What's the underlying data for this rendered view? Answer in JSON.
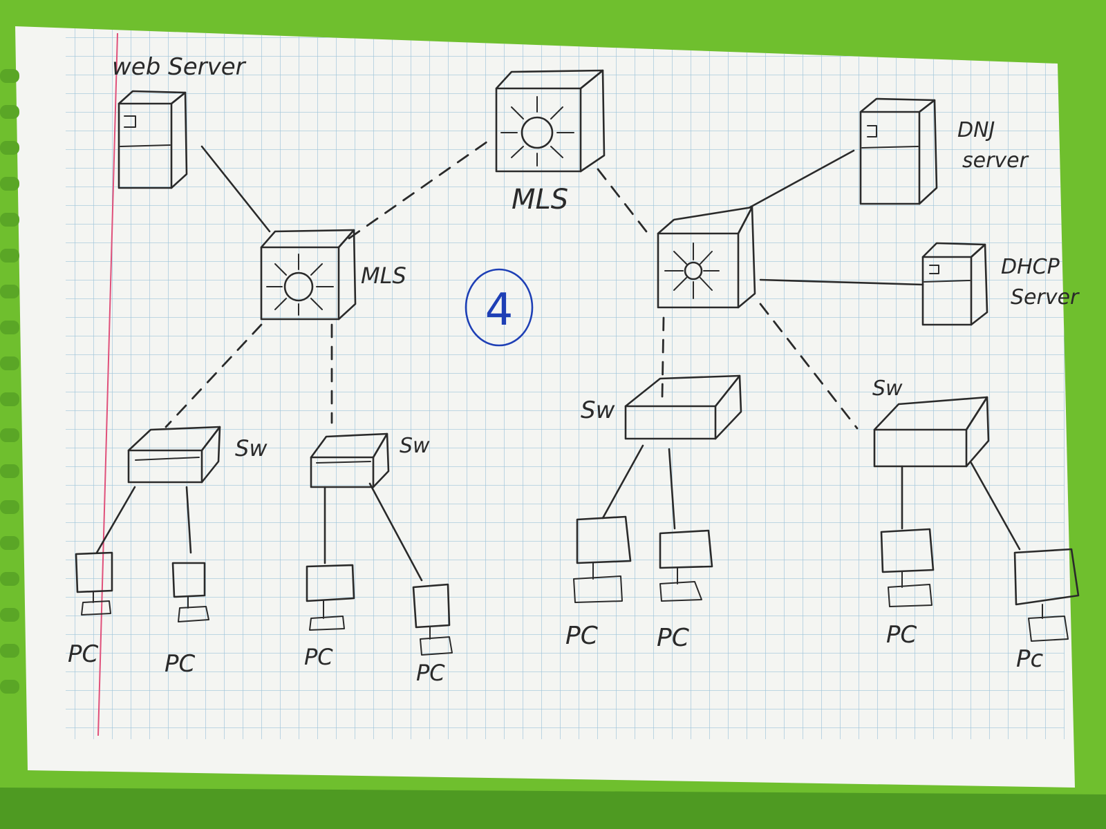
{
  "diagram": {
    "page_number": "4",
    "labels": {
      "web_server": "web Server",
      "mls_top": "MLS",
      "mls_left": "MLS",
      "dns_server_1": "DNJ",
      "dns_server_2": "server",
      "dhcp_server_1": "DHCP",
      "dhcp_server_2": "Server",
      "sw1": "Sw",
      "sw2": "Sw",
      "sw3": "Sw",
      "sw4": "Sw",
      "pc1": "PC",
      "pc2": "PC",
      "pc3": "PC",
      "pc4": "PC",
      "pc5": "PC",
      "pc6": "PC",
      "pc7": "PC",
      "pc8": "Pc"
    }
  },
  "colors": {
    "background": "#6fbf2e",
    "paper": "#f4f5f2",
    "grid": "#9cc3d8",
    "margin_line": "#e0507a",
    "ink": "#2a2a2a",
    "blue_ink": "#1e3fb5"
  }
}
